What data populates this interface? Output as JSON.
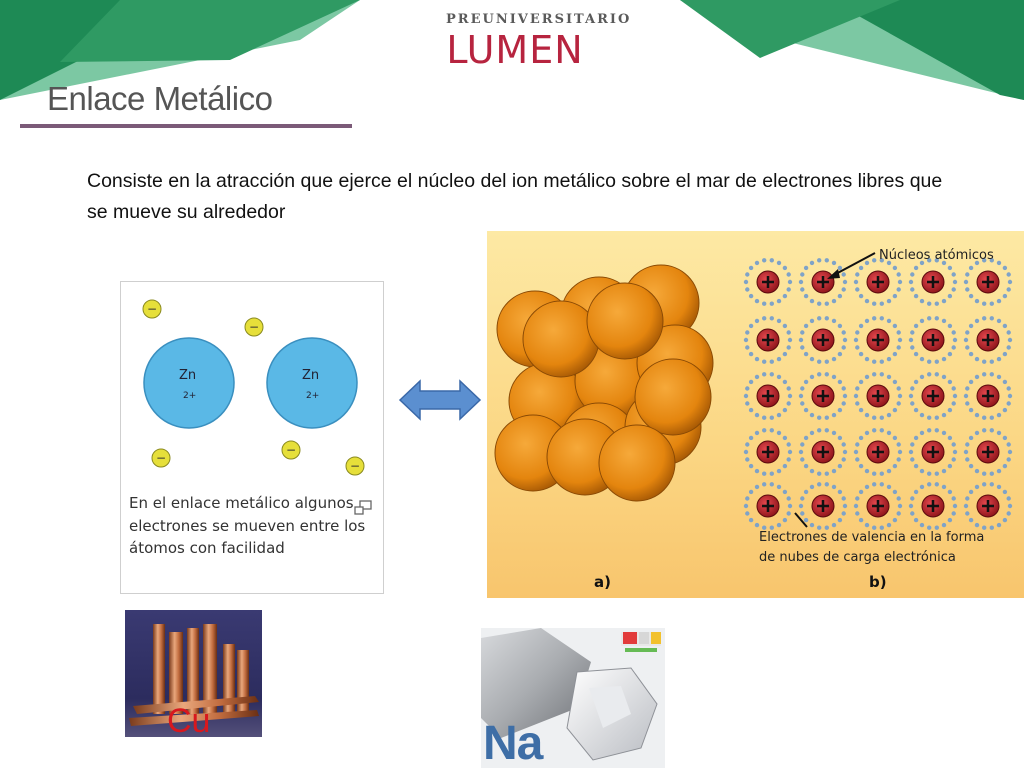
{
  "header": {
    "logo_top": "PREUNIVERSITARIO",
    "logo_main": "LUMEN",
    "green_dark": "#1e8a55",
    "green_light": "#7cc8a3"
  },
  "slide": {
    "title": "Enlace Metálico",
    "intro": "Consiste en la atracción que ejerce el núcleo del ion metálico sobre el mar de electrones libres que se mueve su alrededor"
  },
  "zn_figure": {
    "ion_symbol": "Zn",
    "ion_charge": "2+",
    "electron_sign": "−",
    "caption": "En el enlace metálico algunos electrones se mueven entre los átomos con facilidad",
    "ion_color": "#5ab8e6",
    "electron_color": "#e6df3a"
  },
  "lattice_figure": {
    "label_nuclei": "Núcleos atómicos",
    "label_electrons_line1": "Electrones de valencia en la forma",
    "label_electrons_line2": "de nubes de carga electrónica",
    "panel_a": "a)",
    "panel_b": "b)",
    "sphere_color": "#e88a12",
    "nucleus_color": "#c0202a"
  },
  "examples": {
    "cu_symbol": "Cu",
    "na_symbol": "Na"
  }
}
